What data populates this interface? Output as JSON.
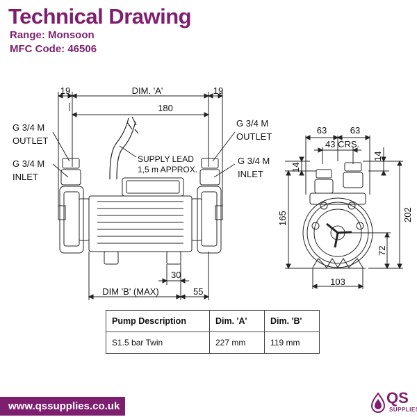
{
  "header": {
    "title": "Technical Drawing",
    "range_label": "Range:",
    "range_value": "Monsoon",
    "mfc_label": "MFC Code:",
    "mfc_value": "46506"
  },
  "drawing": {
    "front": {
      "dim_left": "19",
      "dim_a": "DIM. 'A'",
      "dim_right": "19",
      "dim_180": "180",
      "outlet_left_1": "G 3/4 M",
      "outlet_left_2": "OUTLET",
      "inlet_left_1": "G 3/4 M",
      "inlet_left_2": "INLET",
      "outlet_right_1": "G 3/4 M",
      "outlet_right_2": "OUTLET",
      "inlet_right_1": "G 3/4 M",
      "inlet_right_2": "INLET",
      "supply_1": "SUPPLY LEAD",
      "supply_2": "1,5 m APPROX.",
      "dim_30": "30",
      "dim_b": "DIM 'B' (MAX)",
      "dim_55": "55"
    },
    "side": {
      "dim_63a": "63",
      "dim_63b": "63",
      "dim_43": "43 CRS.",
      "dim_14a": "14",
      "dim_14b": "14",
      "dim_165": "165",
      "dim_202": "202",
      "dim_72": "72",
      "dim_103": "103"
    }
  },
  "table": {
    "headers": [
      "Pump Description",
      "Dim. 'A'",
      "Dim. 'B'"
    ],
    "rows": [
      [
        "S1.5 bar Twin",
        "227 mm",
        "119 mm"
      ]
    ]
  },
  "footer": {
    "url": "www.qssupplies.co.uk",
    "logo_text": "QS",
    "logo_sub": "SUPPLIES"
  },
  "colors": {
    "brand": "#7d1f6e"
  }
}
